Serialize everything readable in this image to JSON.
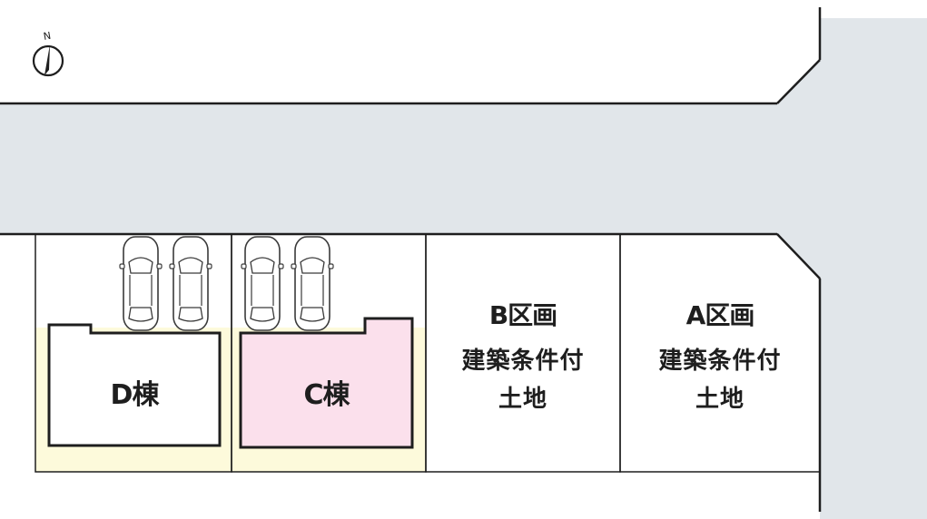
{
  "colors": {
    "road": "#e1e6ea",
    "outline": "#1e1e1e",
    "yard": "#fdfadb",
    "building_c": "#fbe0ec",
    "building_d": "#ffffff",
    "car": "#3a3a3a"
  },
  "compass": {
    "label": "N",
    "icon": "north-arrow-icon"
  },
  "buildings": [
    {
      "id": "d",
      "label": "D棟"
    },
    {
      "id": "c",
      "label": "C棟"
    }
  ],
  "plots": [
    {
      "id": "b",
      "name": "B区画",
      "condition_line1": "建築条件付",
      "condition_line2": "土地"
    },
    {
      "id": "a",
      "name": "A区画",
      "condition_line1": "建築条件付",
      "condition_line2": "土地"
    }
  ],
  "parking": {
    "count": 4,
    "icon": "car-icon"
  }
}
